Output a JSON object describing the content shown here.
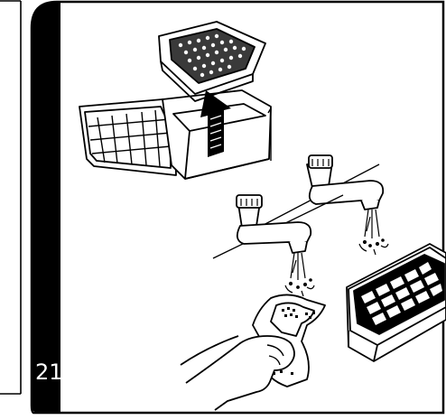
{
  "manual_page": {
    "step_number": "21",
    "illustrations": [
      "filter-box-with-grid-filter",
      "water-tap-rinsing-filter",
      "water-tap-rinsing-cleaning-cloth",
      "hand-wringing-cleaning-cloth",
      "grid-filter-tray"
    ]
  }
}
